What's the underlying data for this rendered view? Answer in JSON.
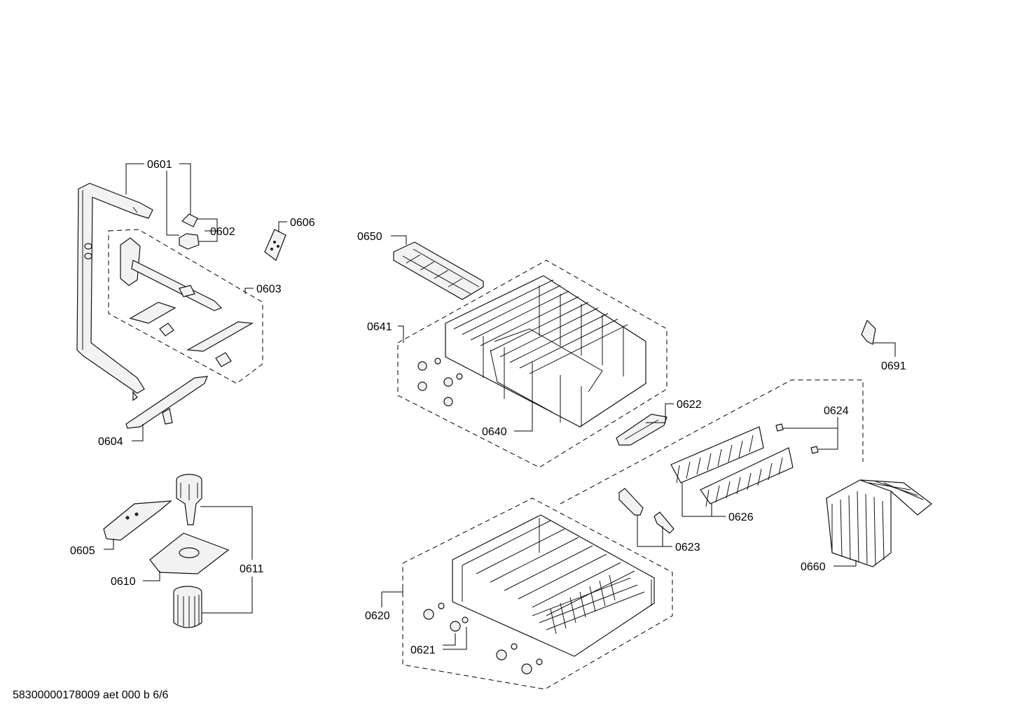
{
  "diagram": {
    "labels": {
      "p0601": "0601",
      "p0602": "0602",
      "p0603": "0603",
      "p0604": "0604",
      "p0605": "0605",
      "p0606": "0606",
      "p0610": "0610",
      "p0611": "0611",
      "p0620": "0620",
      "p0621": "0621",
      "p0622": "0622",
      "p0623": "0623",
      "p0624": "0624",
      "p0626": "0626",
      "p0640": "0640",
      "p0641": "0641",
      "p0650": "0650",
      "p0660": "0660",
      "p0691": "0691"
    },
    "footer": "58300000178009 aet 000 b 6/6"
  }
}
